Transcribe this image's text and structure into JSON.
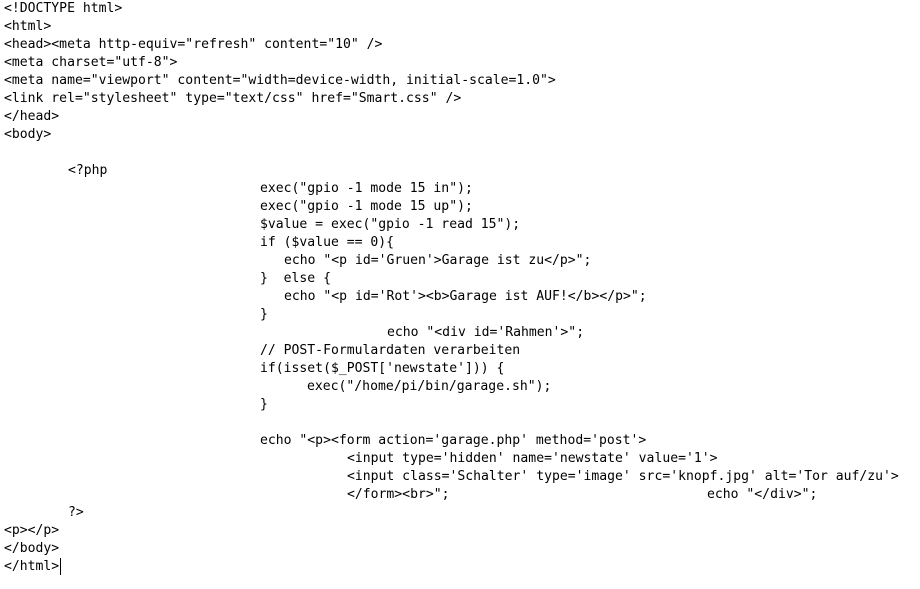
{
  "editor": {
    "lines": [
      "<!DOCTYPE html>",
      "<html>",
      "<head><meta http-equiv=\"refresh\" content=\"10\" />",
      "<meta charset=\"utf-8\">",
      "<meta name=\"viewport\" content=\"width=device-width, initial-scale=1.0\">",
      "<link rel=\"stylesheet\" type=\"text/css\" href=\"Smart.css\" />",
      "</head>",
      "<body>",
      "",
      "<?php",
      "exec(\"gpio -1 mode 15 in\");",
      "exec(\"gpio -1 mode 15 up\");",
      "$value = exec(\"gpio -1 read 15\");",
      "if ($value == 0){",
      "echo \"<p id='Gruen'>Garage ist zu</p>\";",
      "}  else {",
      "echo \"<p id='Rot'><b>Garage ist AUF!</b></p>\";",
      "}",
      "echo \"<div id='Rahmen'>\";",
      "// POST-Formulardaten verarbeiten",
      "if(isset($_POST['newstate'])) {",
      "exec(\"/home/pi/bin/garage.sh\");",
      "}",
      "",
      "echo \"<p><form action='garage.php' method='post'>",
      "<input type='hidden' name='newstate' value='1'>",
      "<input class='Schalter' type='image' src='knopf.jpg' alt='Tor auf/zu'>",
      "</form><br>\";",
      "?>",
      "<p></p>",
      "</body>",
      "</html>"
    ],
    "trailing_echo": "echo \"</div>\";"
  }
}
